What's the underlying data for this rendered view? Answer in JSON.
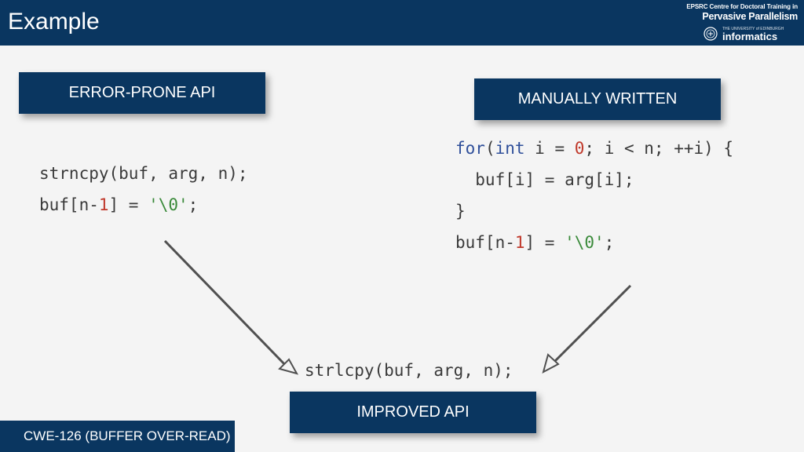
{
  "header": {
    "title": "Example",
    "logo": {
      "line1": "EPSRC Centre for Doctoral Training in",
      "line2": "Pervasive Parallelism",
      "university": "THE UNIVERSITY of EDINBURGH",
      "line3": "informatics"
    }
  },
  "boxes": {
    "error_prone": "ERROR-PRONE API",
    "manually_written": "MANUALLY WRITTEN",
    "improved": "IMPROVED API",
    "cwe": "CWE-126 (BUFFER OVER-READ)"
  },
  "code_left": {
    "line1": "strncpy(buf, arg, n);",
    "line2": {
      "a": "buf[n-",
      "num": "1",
      "b": "] = ",
      "str": "'\\0'",
      "c": ";"
    }
  },
  "code_right": {
    "line1": {
      "kw1": "for",
      "a": "(",
      "kw2": "int",
      "b": " i = ",
      "num": "0",
      "c": "; i < n; ++i) {"
    },
    "line2": "  buf[i] = arg[i];",
    "line3": "}",
    "line4": {
      "a": "buf[n-",
      "num": "1",
      "b": "] = ",
      "str": "'\\0'",
      "c": ";"
    }
  },
  "code_bottom": {
    "line1": "strlcpy(buf, arg, n);"
  },
  "colors": {
    "header_bg": "#0a3660",
    "box_bg": "#0a3660",
    "page_bg": "#f4f4f4",
    "keyword": "#2f4f9a",
    "number": "#c0392b",
    "string": "#3a8a3a",
    "arrow": "#505050"
  }
}
